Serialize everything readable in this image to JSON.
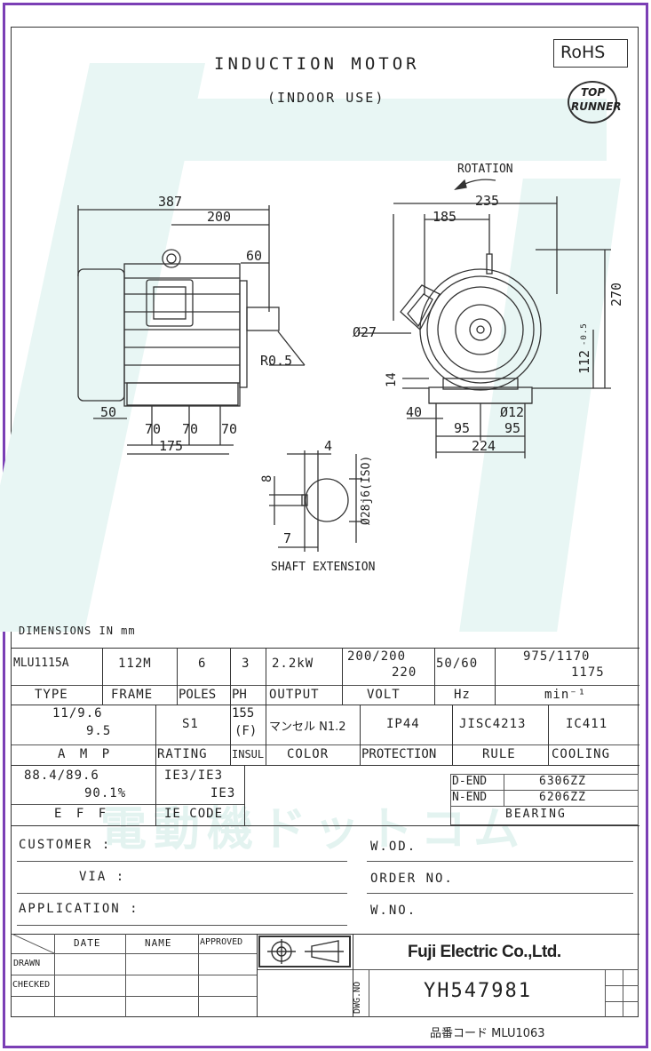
{
  "header": {
    "title": "INDUCTION MOTOR",
    "subtitle": "(INDOOR USE)",
    "rohs": "RoHS",
    "top_runner_line1": "TOP",
    "top_runner_line2": "RUNNER"
  },
  "watermark": "電動機ドットコム",
  "drawing": {
    "rotation_label": "ROTATION",
    "side_dims": {
      "overall": "387",
      "d200": "200",
      "d60": "60",
      "r05": "R0.5",
      "d50": "50",
      "d70a": "70",
      "d70b": "70",
      "d70c": "70",
      "d175": "175"
    },
    "front_dims": {
      "d235": "235",
      "d185": "185",
      "d270": "270",
      "d112": "112",
      "tol112": "-0.5",
      "phi27": "Ø27",
      "d14": "14",
      "d40": "40",
      "phi12": "Ø12",
      "d95a": "95",
      "d95b": "95",
      "d224": "224"
    },
    "shaft_dims": {
      "d4": "4",
      "d8": "8",
      "d7": "7",
      "phi28": "Ø28j6(ISO)"
    },
    "shaft_label": "SHAFT EXTENSION",
    "dimensions_note": "DIMENSIONS IN mm"
  },
  "spec_row1": {
    "type": "MLU1115A",
    "frame": "112M",
    "poles": "6",
    "ph": "3",
    "output": "2.2kW",
    "volt_1": "200/200",
    "volt_2": "220",
    "hz": "50/60",
    "min_1": "975/1170",
    "min_2": "1175"
  },
  "spec_row1_labels": {
    "type": "TYPE",
    "frame": "FRAME",
    "poles": "POLES",
    "ph": "PH",
    "output": "OUTPUT",
    "volt": "VOLT",
    "hz": "Hz",
    "min": "min⁻¹"
  },
  "spec_row2": {
    "amp_1": "11/9.6",
    "amp_2": "9.5",
    "rating": "S1",
    "insul_1": "155",
    "insul_2": "(F)",
    "color": "マンセル N1.2",
    "protection": "IP44",
    "rule": "JISC4213",
    "cooling": "IC411"
  },
  "spec_row2_labels": {
    "amp": "A M P",
    "rating": "RATING",
    "insul": "INSUL",
    "color": "COLOR",
    "protection": "PROTECTION",
    "rule": "RULE",
    "cooling": "COOLING"
  },
  "spec_row3": {
    "eff_1": "88.4/89.6",
    "eff_2": "90.1%",
    "ie_1": "IE3/IE3",
    "ie_2": "IE3",
    "eff_label": "E F F",
    "ie_label": "IE CODE"
  },
  "bearing": {
    "d_end_label": "D-END",
    "d_end_value": "6306ZZ",
    "n_end_label": "N-END",
    "n_end_value": "6206ZZ",
    "label": "BEARING"
  },
  "customer": {
    "customer": "CUSTOMER :",
    "via": "VIA :",
    "application": "APPLICATION :",
    "w_od": "W.OD.",
    "order_no": "ORDER NO.",
    "w_no": "W.NO."
  },
  "title_block": {
    "date": "DATE",
    "name": "NAME",
    "approved": "APPROVED",
    "drawn": "DRAWN",
    "checked": "CHECKED",
    "company": "Fuji Electric Co.,Ltd.",
    "dwg_no_label": "DWG.NO",
    "dwg_no": "YH547981",
    "product_code": "品番コード MLU1063"
  },
  "colors": {
    "frame_border": "#7b3fb5",
    "watermark": "#e8f6f4",
    "ink": "#333333"
  }
}
